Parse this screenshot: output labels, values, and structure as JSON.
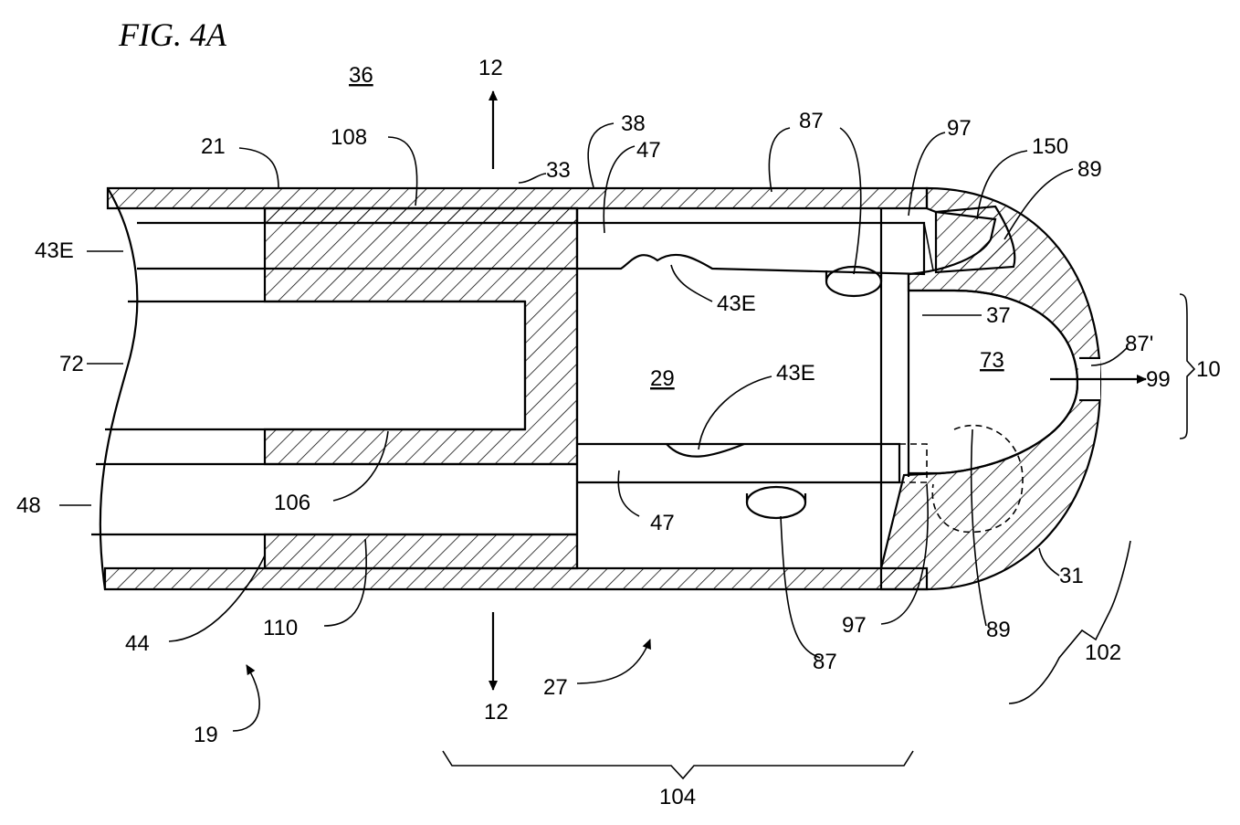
{
  "figure": {
    "title": "FIG. 4A"
  },
  "labels": {
    "l36": "36",
    "l12_top": "12",
    "l12_bottom": "12",
    "l21": "21",
    "l108": "108",
    "l33": "33",
    "l38": "38",
    "l47_top": "47",
    "l87_top": "87",
    "l97_top": "97",
    "l150": "150",
    "l89_top": "89",
    "l43E_left": "43E",
    "l43E_mid": "43E",
    "l37": "37",
    "l72": "72",
    "l29": "29",
    "l43E_low": "43E",
    "l73": "73",
    "l87_prime": "87'",
    "l99": "99",
    "l10": "10",
    "l48": "48",
    "l106": "106",
    "l47_low": "47",
    "l44": "44",
    "l110": "110",
    "l31": "31",
    "l97_low": "97",
    "l89_low": "89",
    "l87_low": "87",
    "l102": "102",
    "l27": "27",
    "l19": "19",
    "l104": "104"
  }
}
